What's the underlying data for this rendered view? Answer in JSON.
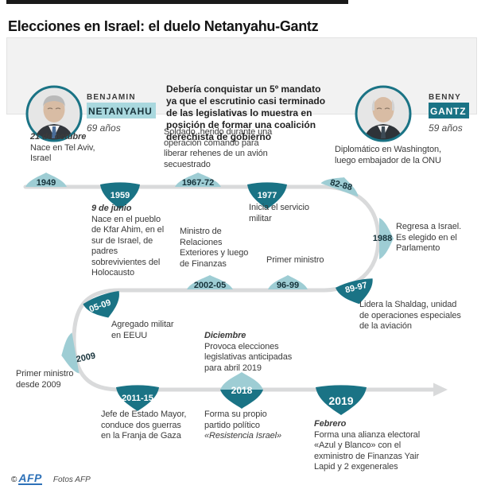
{
  "title": "Elecciones en Israel: el duelo Netanyahu-Gantz",
  "colors": {
    "netanyahu_teal": "#9ecdd4",
    "gantz_teal": "#1a7385",
    "track_gray": "#d9dadb",
    "year_dark": "#16323a",
    "year_light": "#ffffff"
  },
  "profiles": {
    "netanyahu": {
      "first_name": "Benjamin",
      "last_name": "Netanyahu",
      "age": "69 años"
    },
    "gantz": {
      "first_name": "Benny",
      "last_name": "Gantz",
      "age": "59 años"
    }
  },
  "intro": "Debería conquistar un 5º mandato ya que el escrutinio casi terminado de las legislativas lo muestra en posición de formar una coalición derechista de gobierno",
  "timeline": {
    "events": [
      {
        "year": "1949",
        "person": "netanyahu",
        "labels": [
          {
            "lead": "21 de octubre",
            "text": "Nace en Tel Aviv, Israel"
          }
        ]
      },
      {
        "year": "1959",
        "person": "gantz",
        "labels": [
          {
            "lead": "9 de junio",
            "text": "Nace en el pueblo de Kfar Ahim, en el sur de Israel, de padres sobrevivientes del Holocausto"
          }
        ]
      },
      {
        "year": "1967-72",
        "person": "netanyahu",
        "labels": [
          {
            "text": "Soldado, herido durante una operación comando para liberar rehenes de un avión secuestrado"
          }
        ]
      },
      {
        "year": "1977",
        "person": "gantz",
        "labels": [
          {
            "text": "Inicia el servicio militar"
          }
        ]
      },
      {
        "year": "82-88",
        "person": "netanyahu",
        "labels": [
          {
            "text": "Diplomático en Washington, luego embajador de la ONU"
          }
        ]
      },
      {
        "year": "1988",
        "person": "netanyahu",
        "labels": [
          {
            "text": "Regresa a Israel. Es elegido en el Parlamento"
          }
        ]
      },
      {
        "year": "89-97",
        "person": "gantz",
        "labels": [
          {
            "text": "Lidera la Shaldag, unidad de operaciones especiales de la aviación"
          }
        ]
      },
      {
        "year": "96-99",
        "person": "netanyahu",
        "labels": [
          {
            "text": "Primer ministro"
          }
        ]
      },
      {
        "year": "2002-05",
        "person": "netanyahu",
        "labels": [
          {
            "text": "Ministro de Relaciones Exteriores y luego de Finanzas"
          }
        ]
      },
      {
        "year": "05-09",
        "person": "gantz",
        "labels": [
          {
            "text": "Agregado militar en EEUU"
          }
        ]
      },
      {
        "year": "2009",
        "person": "netanyahu",
        "labels": [
          {
            "text": "Primer ministro desde 2009"
          }
        ]
      },
      {
        "year": "2011-15",
        "person": "gantz",
        "labels": [
          {
            "text": "Jefe de Estado Mayor, conduce dos guerras en la Franja de Gaza"
          }
        ]
      },
      {
        "year": "2018",
        "person": "ambos",
        "labels": [
          {
            "lead": "Diciembre",
            "text": "Provoca elecciones legislativas anticipadas para abril 2019"
          },
          {
            "text": "Forma su propio partido político ",
            "tail_italic": "«Resistencia Israel»"
          }
        ]
      },
      {
        "year": "2019",
        "person": "gantz",
        "labels": [
          {
            "lead": "Febrero",
            "text": "Forma una alianza electoral «Azul y Blanco» con el exministro de Finanzas Yair Lapid y 2 exgenerales"
          }
        ]
      }
    ]
  },
  "footer": {
    "copyright": "©",
    "agency": "AFP",
    "credit": "Fotos AFP"
  }
}
